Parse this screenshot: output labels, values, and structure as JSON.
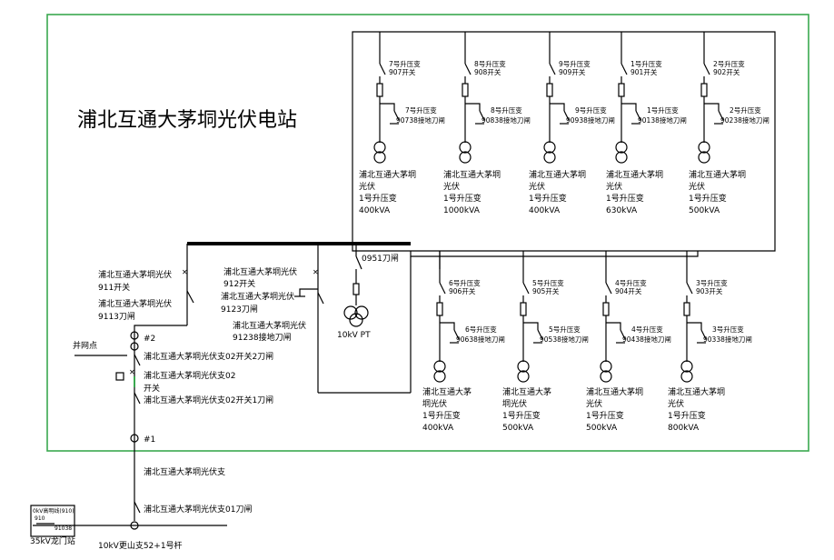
{
  "station_title": "浦北互通大茅垌光伏电站",
  "top_bays": [
    {
      "switch_name": "7号升压变",
      "switch_id": "907开关",
      "earth_name": "7号升压变",
      "earth_id": "90738接地刀闸",
      "label_lines": [
        "浦北互通大茅垌",
        "光伏",
        "1号升压变",
        "400kVA"
      ]
    },
    {
      "switch_name": "8号升压变",
      "switch_id": "908开关",
      "earth_name": "8号升压变",
      "earth_id": "90838接地刀闸",
      "label_lines": [
        "浦北互通大茅垌",
        "光伏",
        "1号升压变",
        "1000kVA"
      ]
    },
    {
      "switch_name": "9号升压变",
      "switch_id": "909开关",
      "earth_name": "9号升压变",
      "earth_id": "90938接地刀闸",
      "label_lines": [
        "浦北互通大茅垌",
        "光伏",
        "1号升压变",
        "400kVA"
      ]
    },
    {
      "switch_name": "1号升压变",
      "switch_id": "901开关",
      "earth_name": "1号升压变",
      "earth_id": "90138接地刀闸",
      "label_lines": [
        "浦北互通大茅垌",
        "光伏",
        "1号升压变",
        "630kVA"
      ]
    },
    {
      "switch_name": "2号升压变",
      "switch_id": "902开关",
      "earth_name": "2号升压变",
      "earth_id": "90238接地刀闸",
      "label_lines": [
        "浦北互通大茅垌",
        "光伏",
        "1号升压变",
        "500kVA"
      ]
    }
  ],
  "bottom_bays": [
    {
      "switch_name": "6号升压变",
      "switch_id": "906开关",
      "earth_name": "6号升压变",
      "earth_id": "90638接地刀闸",
      "label_lines": [
        "浦北互通大茅",
        "垌光伏",
        "1号升压变",
        "400kVA"
      ]
    },
    {
      "switch_name": "5号升压变",
      "switch_id": "905开关",
      "earth_name": "5号升压变",
      "earth_id": "90538接地刀闸",
      "label_lines": [
        "浦北互通大茅",
        "垌光伏",
        "1号升压变",
        "500kVA"
      ]
    },
    {
      "switch_name": "4号升压变",
      "switch_id": "904开关",
      "earth_name": "4号升压变",
      "earth_id": "90438接地刀闸",
      "label_lines": [
        "浦北互通大茅垌",
        "光伏",
        "1号升压变",
        "500kVA"
      ]
    },
    {
      "switch_name": "3号升压变",
      "switch_id": "903开关",
      "earth_name": "3号升压变",
      "earth_id": "90338接地刀闸",
      "label_lines": [
        "浦北互通大茅垌",
        "光伏",
        "1号升压变",
        "800kVA"
      ]
    }
  ],
  "bay_911": {
    "line1": "浦北互通大茅垌光伏",
    "line2": "911开关"
  },
  "bay_9113": {
    "line1": "浦北互通大茅垌光伏",
    "line2": "9113刀闸"
  },
  "bay_912": {
    "line1": "浦北互通大茅垌光伏",
    "line2": "912开关"
  },
  "bay_9123": {
    "line1": "浦北互通大茅垌光伏",
    "line2": "9123刀闸"
  },
  "bay_91238": "浦北互通大茅垌光伏",
  "bay_91238_id": "91238接地刀闸",
  "pt_switch": "0951刀闸",
  "pt_label": "10kV PT",
  "grid_point": "并网点",
  "pole_2": "#2",
  "pole_1": "#1",
  "branch_switch_2": "浦北互通大茅垌光伏支02开关2刀闸",
  "branch_breaker": "浦北互通大茅垌光伏支02",
  "branch_breaker_2": "开关",
  "branch_switch_1": "浦北互通大茅垌光伏支02开关1刀闸",
  "branch_line": "浦北互通大茅垌光伏支",
  "branch_01": "浦北互通大茅垌光伏支01刀闸",
  "mainline_pole": "10kV更山支52+1号杆",
  "inset": {
    "line1": "0kV高明线(910)",
    "line2": "910",
    "line3": "91038",
    "station": "35kV龙门站"
  },
  "colors": {
    "frame": "#3aa84f",
    "breaker_accent": "#3aa84f"
  }
}
